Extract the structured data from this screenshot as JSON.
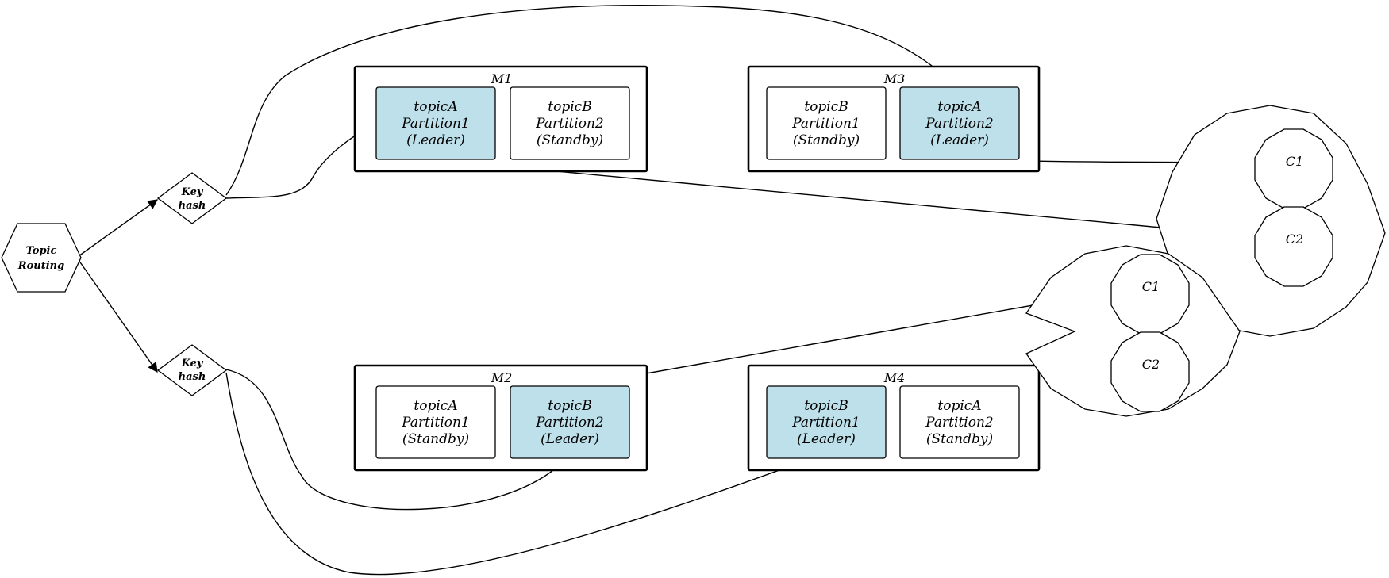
{
  "routing": {
    "label_line1": "Topic",
    "label_line2": "Routing"
  },
  "key_hash": [
    {
      "line1": "Key",
      "line2": "hash"
    },
    {
      "line1": "Key",
      "line2": "hash"
    }
  ],
  "machines": [
    {
      "name": "M1",
      "partitions": [
        {
          "topic": "topicA",
          "partition": "Partition1",
          "role": "(Leader)",
          "leader": true
        },
        {
          "topic": "topicB",
          "partition": "Partition2",
          "role": "(Standby)",
          "leader": false
        }
      ]
    },
    {
      "name": "M3",
      "partitions": [
        {
          "topic": "topicB",
          "partition": "Partition1",
          "role": "(Standby)",
          "leader": false
        },
        {
          "topic": "topicA",
          "partition": "Partition2",
          "role": "(Leader)",
          "leader": true
        }
      ]
    },
    {
      "name": "M2",
      "partitions": [
        {
          "topic": "topicA",
          "partition": "Partition1",
          "role": "(Standby)",
          "leader": false
        },
        {
          "topic": "topicB",
          "partition": "Partition2",
          "role": "(Leader)",
          "leader": true
        }
      ]
    },
    {
      "name": "M4",
      "partitions": [
        {
          "topic": "topicB",
          "partition": "Partition1",
          "role": "(Leader)",
          "leader": true
        },
        {
          "topic": "topicA",
          "partition": "Partition2",
          "role": "(Standby)",
          "leader": false
        }
      ]
    }
  ],
  "consumer_groups": [
    {
      "consumers": [
        "C1",
        "C2"
      ]
    },
    {
      "consumers": [
        "C1",
        "C2"
      ]
    }
  ],
  "colors": {
    "leader_fill": "#bde0ea",
    "standby_fill": "#ffffff",
    "stroke": "#000000"
  }
}
